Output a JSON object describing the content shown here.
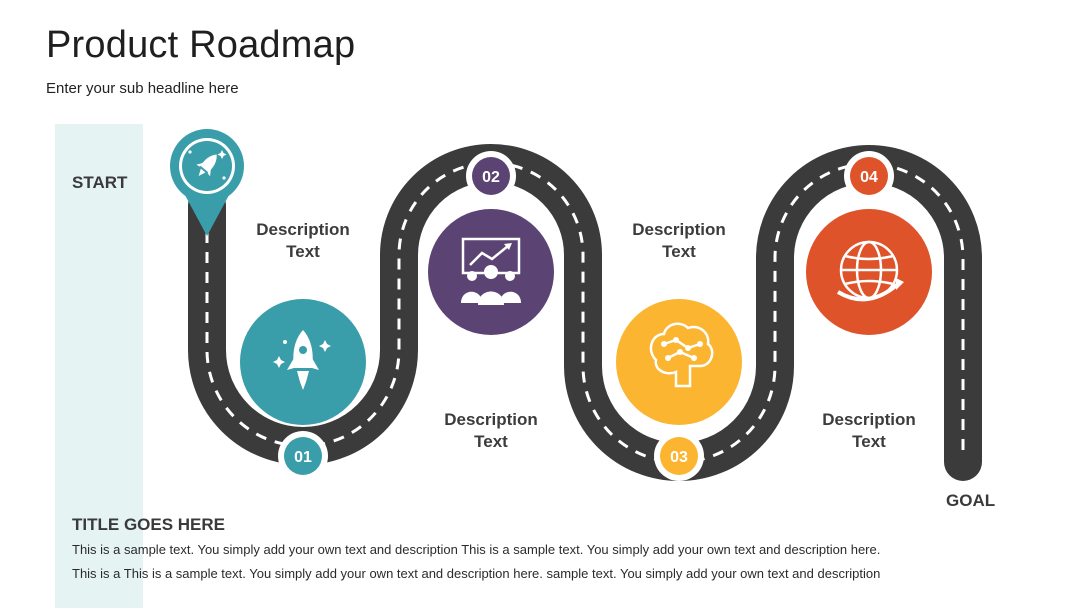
{
  "header": {
    "title": "Product Roadmap",
    "subtitle": "Enter your sub headline here"
  },
  "road": {
    "start_label": "START",
    "goal_label": "GOAL"
  },
  "milestones": [
    {
      "number": "01",
      "desc_line1": "Description",
      "desc_line2": "Text",
      "color": "#3a9daa",
      "icon": "rocket-icon"
    },
    {
      "number": "02",
      "desc_line1": "Description",
      "desc_line2": "Text",
      "color": "#5b4474",
      "icon": "team-presentation-icon"
    },
    {
      "number": "03",
      "desc_line1": "Description",
      "desc_line2": "Text",
      "color": "#fbb531",
      "icon": "brain-network-icon"
    },
    {
      "number": "04",
      "desc_line1": "Description",
      "desc_line2": "Text",
      "color": "#de5329",
      "icon": "globe-icon"
    }
  ],
  "start_marker": {
    "icon": "rocket-icon",
    "color": "#3a9daa"
  },
  "colors": {
    "road": "#3b3b3b",
    "lane": "#ffffff",
    "band": "#e5f3f3"
  },
  "footer": {
    "title": "TITLE GOES HERE",
    "line1": "This is a sample text. You simply add your own text and description This is a sample text. You simply add your own text and description here.",
    "line2": "This is a This is a sample text. You simply add your own text and description here. sample text. You simply add your own text and description"
  }
}
